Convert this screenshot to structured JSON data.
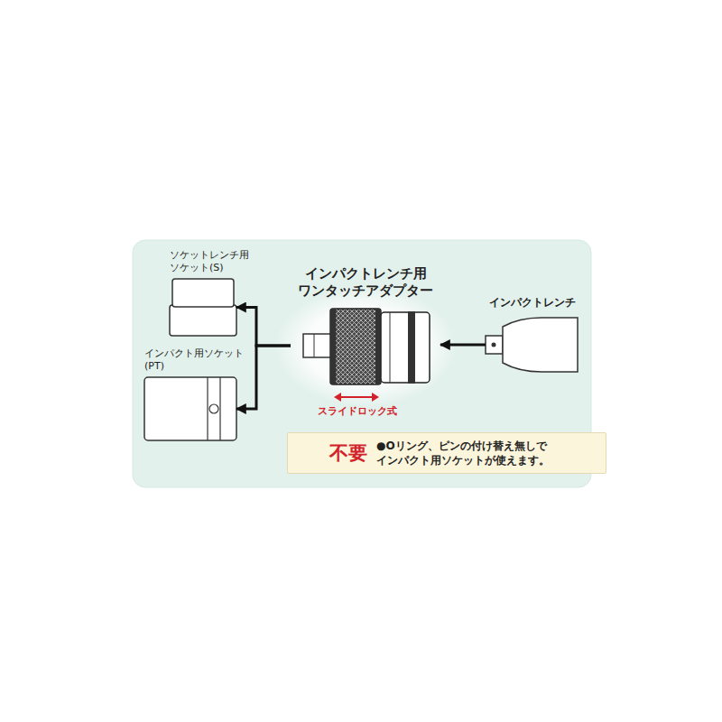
{
  "diagram": {
    "nodes": [
      {
        "text": [
          "ソケットレンチ用 ソケット(S)"
        ]
      },
      {
        "text": [
          "インパクト用ソケット (PT)"
        ]
      },
      {
        "text": [
          "インパクトレンチ用 ワンタッチアダプター"
        ]
      },
      {
        "text": [
          "インパクトレンチ"
        ]
      },
      {
        "text": [
          "不要",
          "●Oリング、ピンの付け替え無しで インパクト用ソケットが使えます。"
        ]
      }
    ],
    "edges": [
      {
        "from": 2,
        "to": 0,
        "arrow": "to"
      },
      {
        "from": 2,
        "to": 1,
        "arrow": "to"
      },
      {
        "from": 3,
        "to": 2,
        "arrow": "to"
      }
    ],
    "labels": [
      "スライドロック式"
    ]
  }
}
